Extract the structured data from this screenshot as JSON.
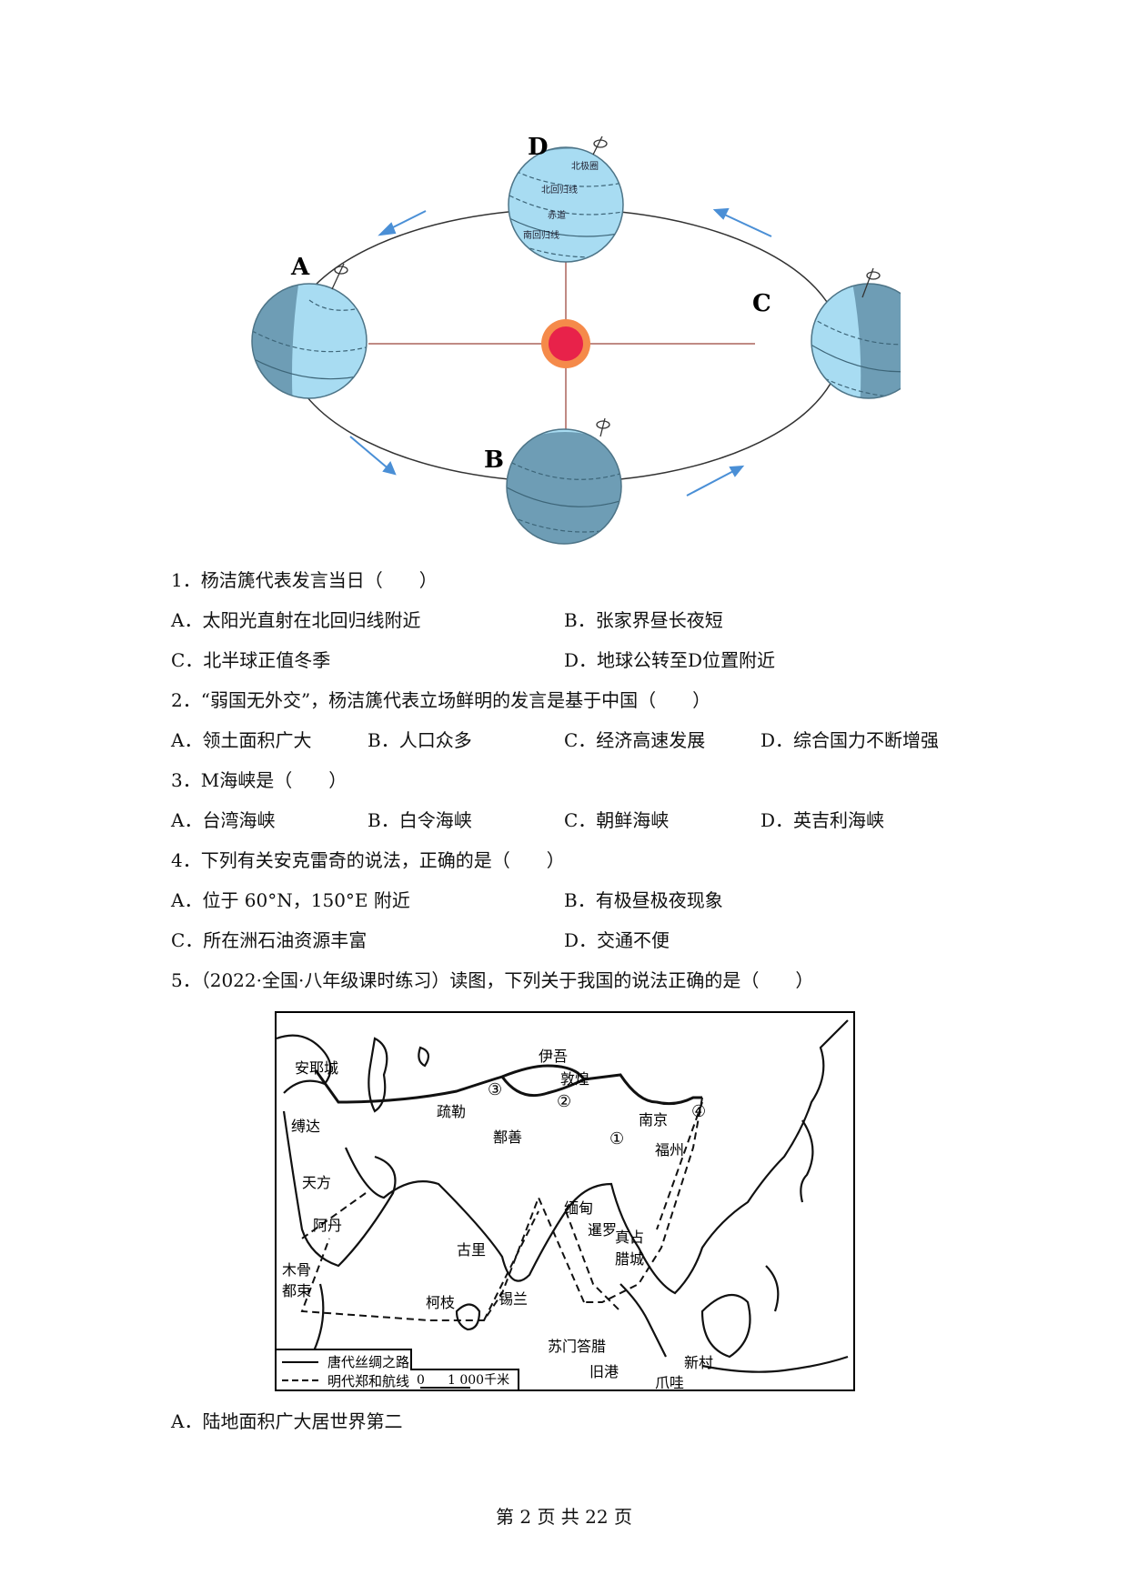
{
  "figure1": {
    "labels": {
      "A": "A",
      "B": "B",
      "C": "C",
      "D": "D"
    },
    "globe_d_text": [
      "北极圈",
      "北回归线",
      "赤道",
      "南回归线"
    ],
    "colors": {
      "day": "#a8dcf2",
      "night": "#6e9db5",
      "sun": "#e8224a",
      "sun_corona": "#f58a4a",
      "arrow": "#4a8fd6",
      "ray": "#c08a84"
    }
  },
  "questions": [
    {
      "stem": "1．杨洁篪代表发言当日（　　）",
      "options": [
        "A．太阳光直射在北回归线附近",
        "B．张家界昼长夜短",
        "C．北半球正值冬季",
        "D．地球公转至D位置附近"
      ]
    },
    {
      "stem": "2．“弱国无外交”，杨洁篪代表立场鲜明的发言是基于中国（　　）",
      "options": [
        "A．领土面积广大",
        "B．人口众多",
        "C．经济高速发展",
        "D．综合国力不断增强"
      ]
    },
    {
      "stem": "3．M海峡是（　　）",
      "options": [
        "A．台湾海峡",
        "B．白令海峡",
        "C．朝鲜海峡",
        "D．英吉利海峡"
      ]
    },
    {
      "stem": "4．下列有关安克雷奇的说法，正确的是（　　）",
      "options": [
        "A．位于 60°N，150°E 附近",
        "B．有极昼极夜现象",
        "C．所在洲石油资源丰富",
        "D．交通不便"
      ]
    },
    {
      "stem": "5．（2022·全国·八年级课时练习）读图，下列关于我国的说法正确的是（　　）",
      "options": [
        "A．陆地面积广大居世界第二"
      ]
    }
  ],
  "map": {
    "places": [
      "安耶城",
      "伊吾",
      "敦煌",
      "疏勒",
      "缚达",
      "南京",
      "鄯善",
      "福州",
      "天方",
      "缅甸",
      "暹罗",
      "真占",
      "阿丹",
      "古里",
      "腊城",
      "木骨",
      "都束",
      "柯枝",
      "锡兰",
      "苏门答腊",
      "旧港",
      "新村",
      "爪哇"
    ],
    "markers": [
      "①",
      "②",
      "③",
      "④"
    ],
    "legend": {
      "silk_road": "唐代丝绸之路",
      "zheng_he": "明代郑和航线"
    },
    "scale": {
      "zero": "0",
      "distance": "1 000千米"
    }
  },
  "footer": "第 2 页 共 22 页"
}
